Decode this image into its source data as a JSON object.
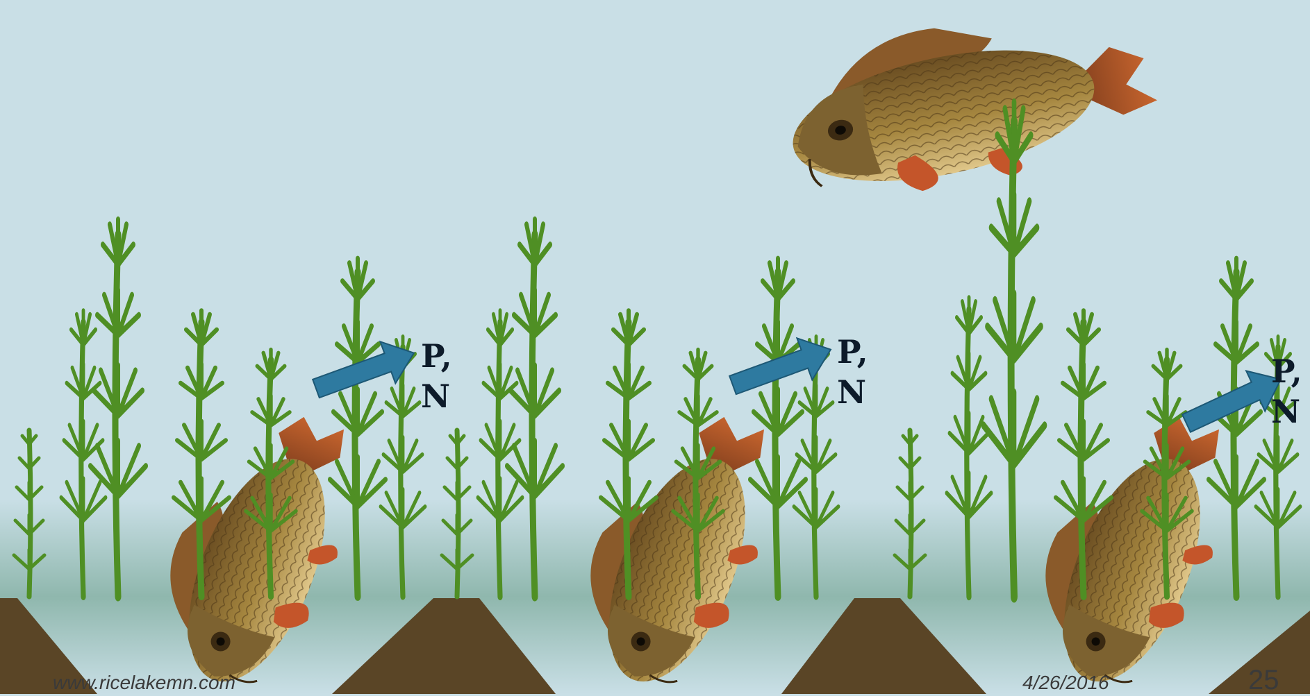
{
  "slide": {
    "labels": [
      {
        "line1": "P,",
        "line2": "N"
      },
      {
        "line1": "P,",
        "line2": "N"
      },
      {
        "line1": "P,",
        "line2": "N"
      }
    ],
    "footer": {
      "website": "www.ricelakemn.com",
      "date": "4/26/2016",
      "slide_number": "25"
    }
  },
  "colors": {
    "water": "#c9dfe6",
    "sediment": "#5a4526",
    "plant": "#4f8f24",
    "arrow": "#2e7aa0",
    "fish_body": "#8a6a34",
    "fish_fin": "#b0532a"
  },
  "icons": [
    "carp-illustration",
    "aquatic-plant-illustration",
    "nutrient-release-arrow"
  ]
}
